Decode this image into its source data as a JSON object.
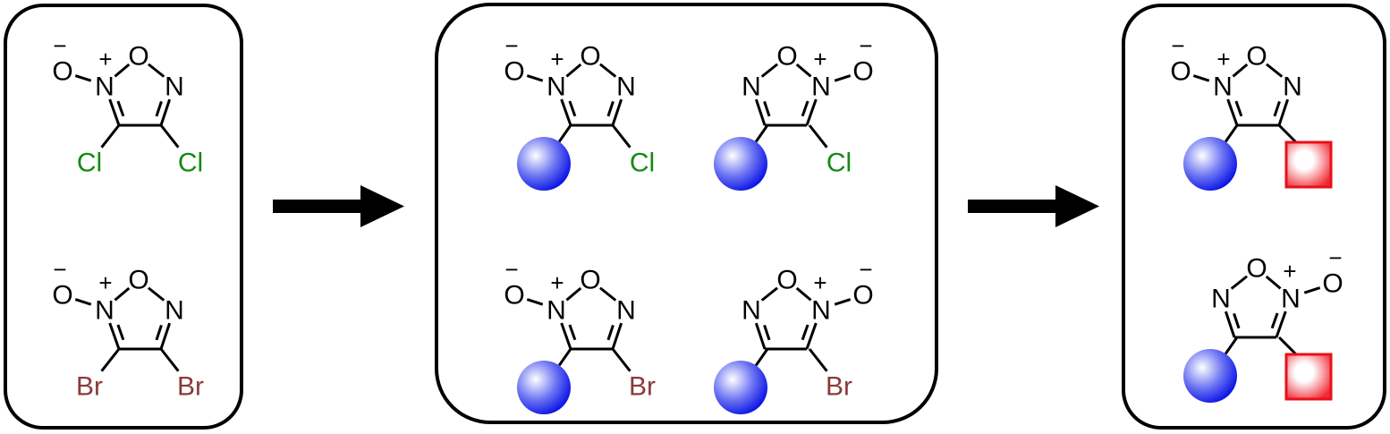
{
  "colors": {
    "cl": "#138a13",
    "br": "#8a3a3a",
    "sphere": "#0a14e6",
    "square": "#e8101a",
    "ink": "#000000"
  },
  "atoms": {
    "oxygen": "O",
    "nitrogen": "N",
    "plus": "+",
    "minus": "−"
  },
  "panels": [
    {
      "name": "starting-materials",
      "molecules": [
        {
          "variant": "left",
          "left": "Cl",
          "right": "Cl"
        },
        {
          "variant": "left",
          "left": "Br",
          "right": "Br"
        }
      ]
    },
    {
      "name": "intermediates",
      "molecules": [
        {
          "variant": "left",
          "left": "sphere",
          "right": "Cl"
        },
        {
          "variant": "right",
          "left": "sphere",
          "right": "Cl"
        },
        {
          "variant": "left",
          "left": "sphere",
          "right": "Br"
        },
        {
          "variant": "right",
          "left": "sphere",
          "right": "Br"
        }
      ]
    },
    {
      "name": "products",
      "molecules": [
        {
          "variant": "left",
          "left": "sphere",
          "right": "square"
        },
        {
          "variant": "right",
          "left": "sphere",
          "right": "square"
        }
      ]
    }
  ],
  "arrows": [
    "reaction-arrow-1",
    "reaction-arrow-2"
  ]
}
